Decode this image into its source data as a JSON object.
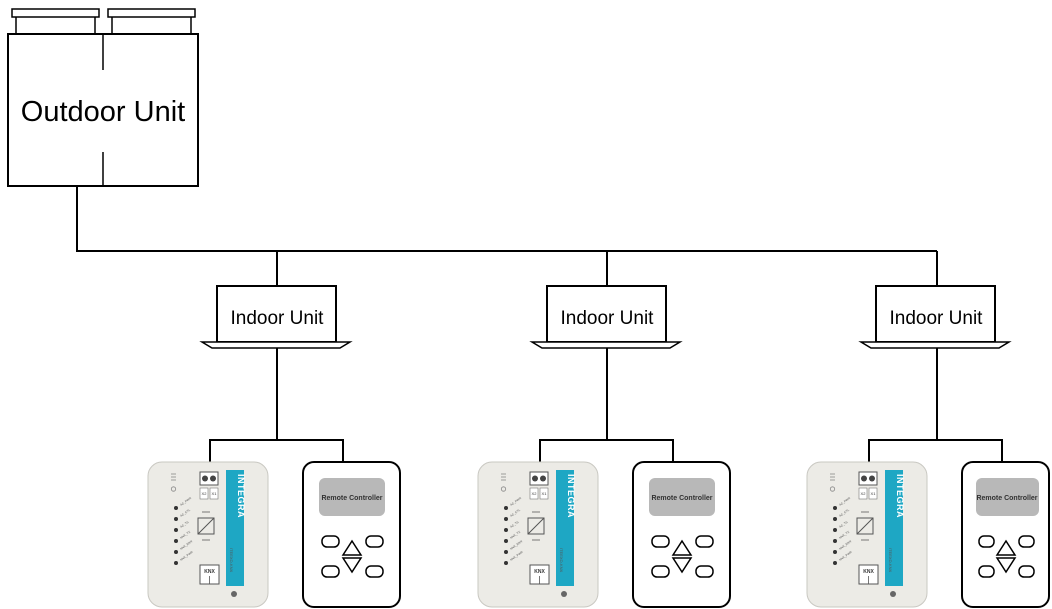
{
  "outdoor_unit": {
    "label": "Outdoor Unit"
  },
  "indoor_units": [
    {
      "label": "Indoor Unit"
    },
    {
      "label": "Indoor Unit"
    },
    {
      "label": "Indoor Unit"
    }
  ],
  "gateways": [
    {
      "brand": "INTEGRA",
      "model": "ITEEXO-KNX",
      "terminal_1": "X2",
      "terminal_2": "X1",
      "bus": "KNX",
      "led_labels": [
        "AC_PWR",
        "AC_CTL",
        "AC_TS",
        "KNX_TX",
        "KNX_ERR",
        "KNX_PWR"
      ]
    },
    {
      "brand": "INTEGRA",
      "model": "ITEEXO-KNX",
      "terminal_1": "X2",
      "terminal_2": "X1",
      "bus": "KNX",
      "led_labels": [
        "AC_PWR",
        "AC_CTL",
        "AC_TS",
        "KNX_TX",
        "KNX_ERR",
        "KNX_PWR"
      ]
    },
    {
      "brand": "INTEGRA",
      "model": "ITEEXO-KNX",
      "terminal_1": "X2",
      "terminal_2": "X1",
      "bus": "KNX",
      "led_labels": [
        "AC_PWR",
        "AC_CTL",
        "AC_TS",
        "KNX_TX",
        "KNX_ERR",
        "KNX_PWR"
      ]
    }
  ],
  "remote_controllers": [
    {
      "label": "Remote Controller"
    },
    {
      "label": "Remote Controller"
    },
    {
      "label": "Remote Controller"
    }
  ],
  "colors": {
    "line": "#000000",
    "gateway_body": "#ecebe6",
    "gateway_stripe": "#1ea7c4",
    "remote_screen": "#b8b8b8"
  }
}
